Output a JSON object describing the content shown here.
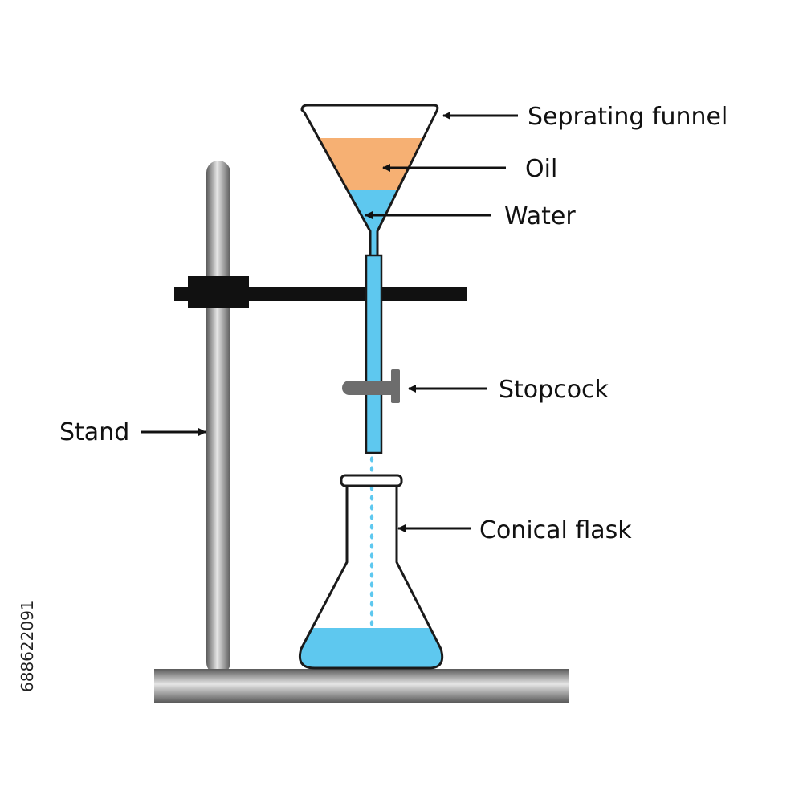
{
  "labels": {
    "separating_funnel": "Seprating funnel",
    "oil": "Oil",
    "water": "Water",
    "stopcock": "Stopcock",
    "stand": "Stand",
    "conical_flask": "Conical flask"
  },
  "watermark_id": "688622091",
  "colors": {
    "oil": "#f6b073",
    "water": "#5ec8ef",
    "clamp": "#111111",
    "stopcock": "#6d6d6d",
    "metal_light": "#e6e6e6",
    "metal_dark": "#5a5a5a",
    "outline": "#1a1a1a",
    "arrow": "#111111"
  }
}
